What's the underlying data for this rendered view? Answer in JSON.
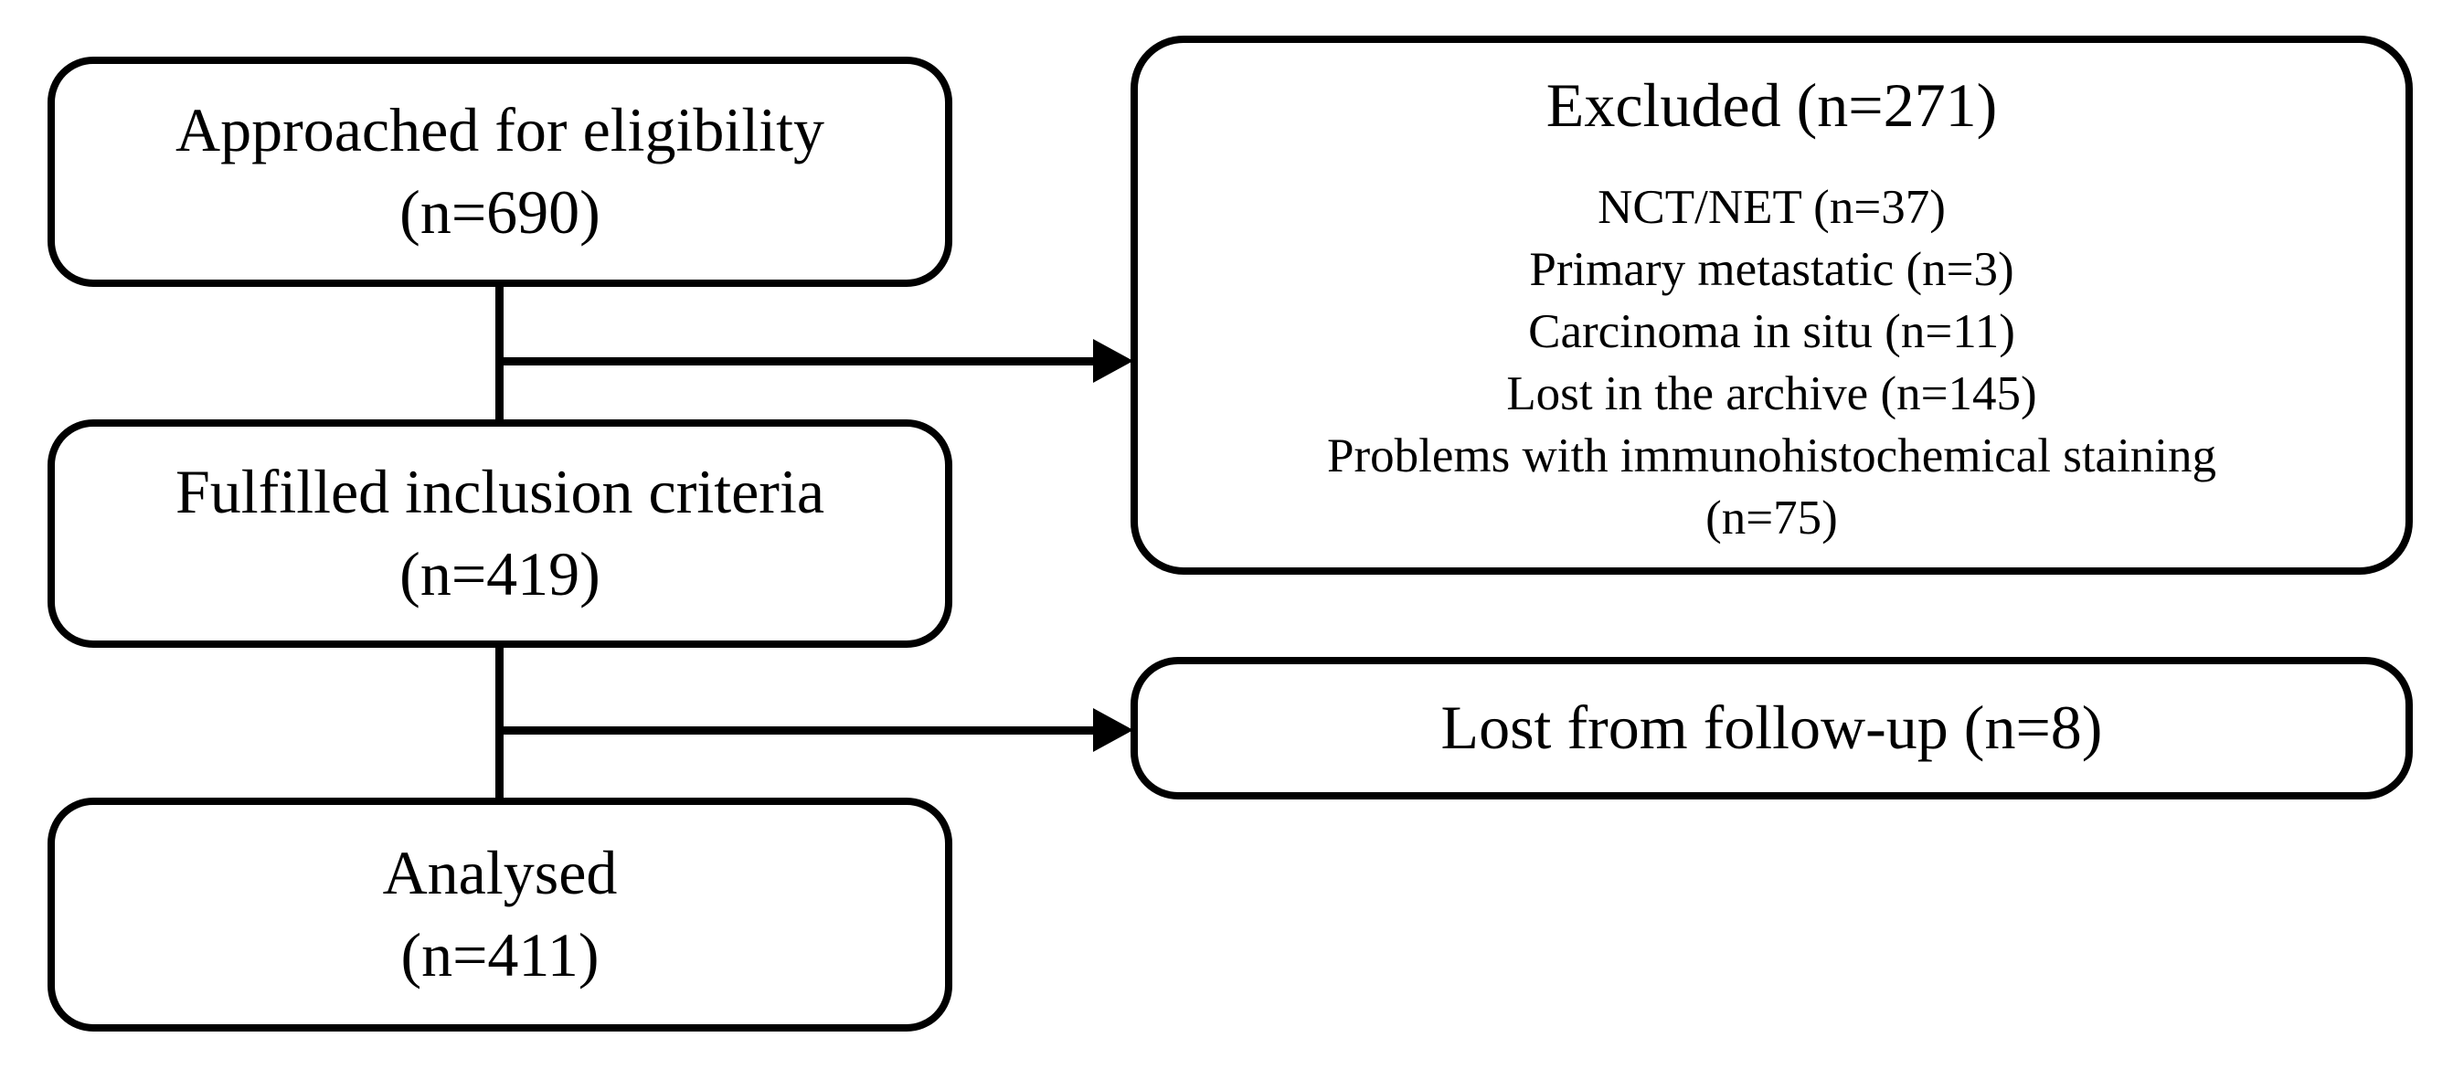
{
  "flowchart": {
    "type": "patient-flow-diagram",
    "colors": {
      "line": "#000000",
      "text": "#000000",
      "box_background": "#ffffff",
      "page_background": "#ffffff"
    },
    "nodes": {
      "approached": {
        "line1": "Approached for eligibility",
        "line2": "(n=690)"
      },
      "excluded": {
        "title": "Excluded (n=271)",
        "items": [
          "NCT/NET (n=37)",
          "Primary metastatic (n=3)",
          "Carcinoma in situ (n=11)",
          "Lost in the archive (n=145)",
          "Problems with immunohistochemical staining\n(n=75)"
        ]
      },
      "fulfilled": {
        "line1": "Fulfilled inclusion criteria",
        "line2": "(n=419)"
      },
      "lost_followup": {
        "label": "Lost from follow-up (n=8)"
      },
      "analysed": {
        "line1": "Analysed",
        "line2": "(n=411)"
      }
    },
    "edges": [
      {
        "from": "approached",
        "to": "fulfilled",
        "type": "line"
      },
      {
        "from": "approached",
        "to": "excluded",
        "type": "arrow"
      },
      {
        "from": "fulfilled",
        "to": "analysed",
        "type": "line"
      },
      {
        "from": "fulfilled",
        "to": "lost_followup",
        "type": "arrow"
      }
    ]
  }
}
